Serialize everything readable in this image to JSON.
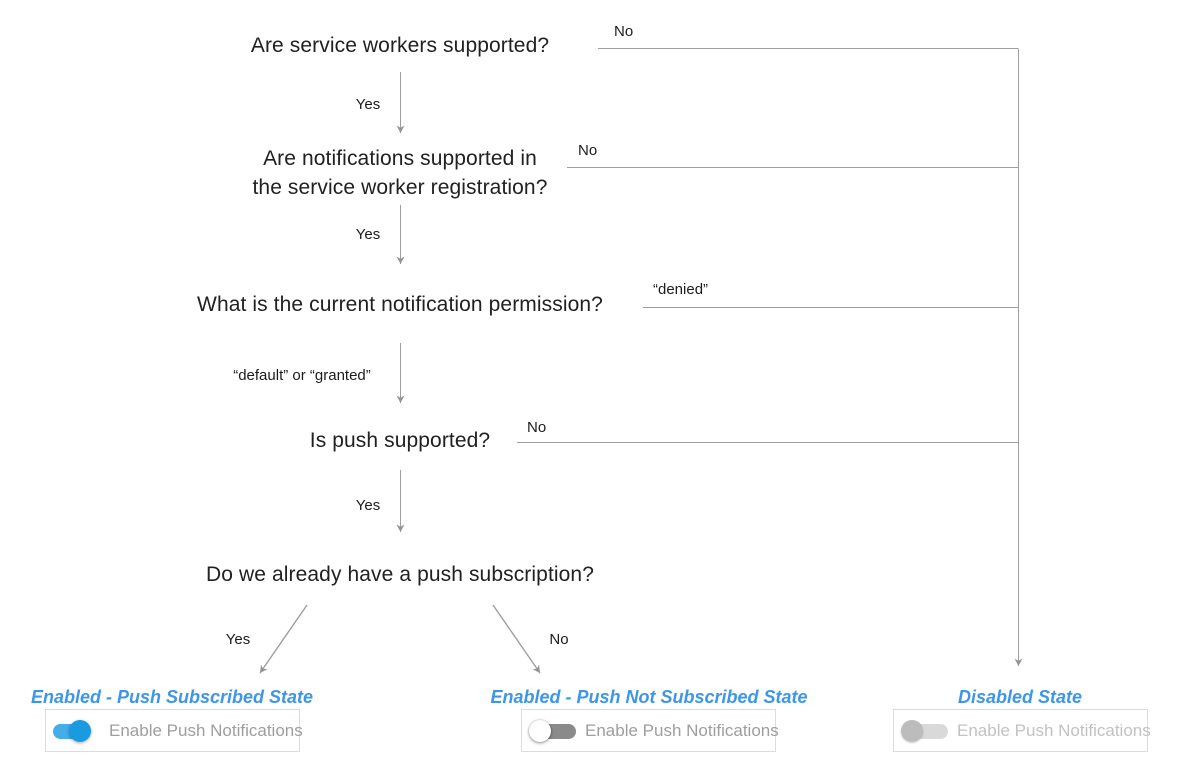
{
  "colors": {
    "background": "#ffffff",
    "question_text": "#212121",
    "branch_label_text": "#1c1c1c",
    "connector_line": "#9e9e9e",
    "state_title_blue": "#3e96e8",
    "toggle_on_track": "#45aee9",
    "toggle_on_knob": "#1a9ae0",
    "toggle_off_track": "#8a8a8a",
    "toggle_off_knob": "#ffffff",
    "toggle_disabled_track": "#d9d9d9",
    "toggle_disabled_knob": "#bcbcbc",
    "card_label_gray": "#9e9e9e",
    "card_label_disabled_gray": "#c2c2c2",
    "card_border": "#dcdcdc"
  },
  "flowchart": {
    "questions": [
      {
        "text": "Are service workers supported?"
      },
      {
        "text": "Are notifications supported in\nthe service worker registration?"
      },
      {
        "text": "What is the current notification permission?"
      },
      {
        "text": "Is push supported?"
      },
      {
        "text": "Do we already have a push subscription?"
      }
    ],
    "branch_labels": {
      "q1_yes": "Yes",
      "q1_no": "No",
      "q2_yes": "Yes",
      "q2_no": "No",
      "q3_down": "“default” or “granted”",
      "q3_no": "“denied”",
      "q4_yes": "Yes",
      "q4_no": "No",
      "q5_yes": "Yes",
      "q5_no": "No"
    }
  },
  "states": [
    {
      "title": "Enabled - Push Subscribed State",
      "toggle_state": "on",
      "control_label": "Enable Push Notifications"
    },
    {
      "title": "Enabled - Push Not Subscribed State",
      "toggle_state": "off",
      "control_label": "Enable Push Notifications"
    },
    {
      "title": "Disabled State",
      "toggle_state": "disabled",
      "control_label": "Enable Push Notifications"
    }
  ]
}
